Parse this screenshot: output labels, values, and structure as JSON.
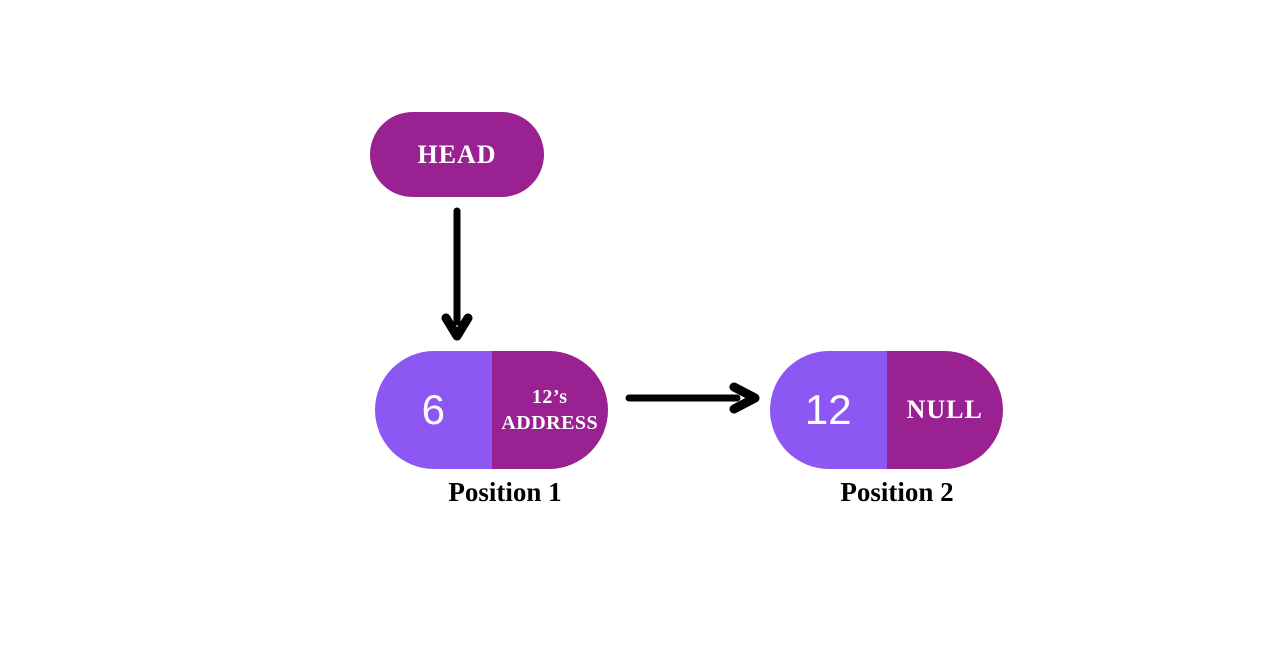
{
  "diagram": {
    "head": {
      "label": "HEAD"
    },
    "nodes": [
      {
        "value": "6",
        "pointer_lines": [
          "12’s",
          "ADDRESS"
        ],
        "caption": "Position 1"
      },
      {
        "value": "12",
        "pointer_lines": [
          "NULL"
        ],
        "caption": "Position 2"
      }
    ],
    "colors": {
      "head_fill": "#9A2191",
      "value_fill": "#8C57F2",
      "pointer_fill": "#9A2191",
      "arrow": "#000000",
      "node_text": "#FFFFFF",
      "caption": "#000000",
      "background": "#FFFFFF"
    }
  }
}
